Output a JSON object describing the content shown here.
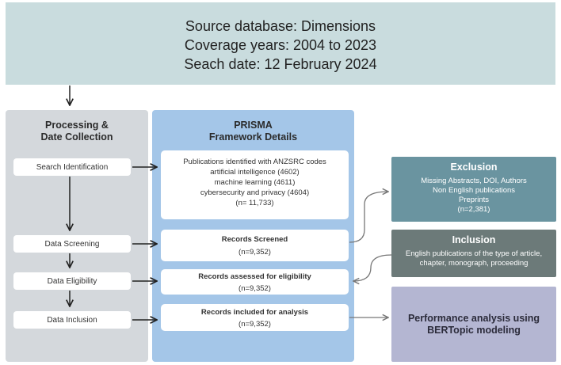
{
  "header": {
    "lines": [
      "Source database: Dimensions",
      "Coverage years: 2004 to 2023",
      "Seach date: 12 February 2024"
    ]
  },
  "processing": {
    "title": [
      "Processing &",
      "Date Collection"
    ],
    "steps": [
      "Search Identification",
      "Data Screening",
      "Data Eligibility",
      "Data Inclusion"
    ]
  },
  "prisma": {
    "title": [
      "PRISMA",
      "Framework Details"
    ],
    "identified": [
      "Publications identified with ANZSRC codes",
      "artificial intelligence (4602)",
      "machine learning (4611)",
      "cybersecurity and privacy (4604)",
      "(n= 11,733)"
    ],
    "screened": {
      "title": "Records Screened",
      "n": "(n=9,352)"
    },
    "eligibility": {
      "title": "Records assessed for eligibility",
      "n": "(n=9,352)"
    },
    "included": {
      "title": "Records included for analysis",
      "n": "(n=9,352)"
    }
  },
  "exclusion": {
    "title": "Exclusion",
    "lines": [
      "Missing Abstracts, DOI, Authors",
      "Non English publications",
      "Preprints",
      "(n=2,381)"
    ]
  },
  "inclusion": {
    "title": "Inclusion",
    "lines": [
      "English publications of the type of article,",
      "chapter, monograph, proceeding"
    ]
  },
  "performance": {
    "lines": [
      "Performance analysis using",
      "BERTopic modeling"
    ]
  },
  "colors": {
    "header_bg": "#c9dcde",
    "processing_bg": "#d4d8dc",
    "prisma_bg": "#a4c6e8",
    "exclusion_bg": "#6a94a0",
    "inclusion_bg": "#6c7a79",
    "performance_bg": "#b4b6d2"
  }
}
